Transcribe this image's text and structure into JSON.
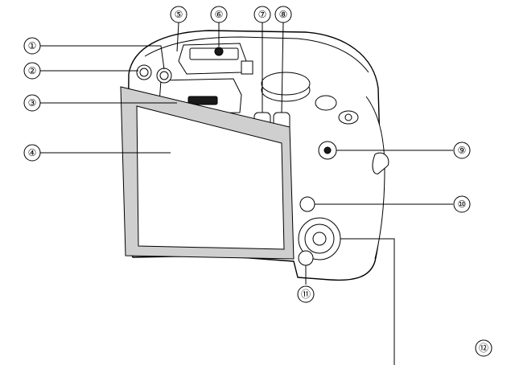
{
  "callouts": [
    {
      "id": "1",
      "label": "①"
    },
    {
      "id": "2",
      "label": "②"
    },
    {
      "id": "3",
      "label": "③"
    },
    {
      "id": "4",
      "label": "④"
    },
    {
      "id": "5",
      "label": "⑤"
    },
    {
      "id": "6",
      "label": "⑥"
    },
    {
      "id": "7",
      "label": "⑦"
    },
    {
      "id": "8",
      "label": "⑧"
    },
    {
      "id": "9",
      "label": "⑨"
    },
    {
      "id": "10",
      "label": "⑩"
    },
    {
      "id": "11",
      "label": "⑪"
    },
    {
      "id": "12",
      "label": "⑫"
    }
  ],
  "colors": {
    "line": "#000000",
    "background": "#ffffff",
    "dark_part": "#1a1a1a",
    "screen_border": "#cfcfcf"
  }
}
